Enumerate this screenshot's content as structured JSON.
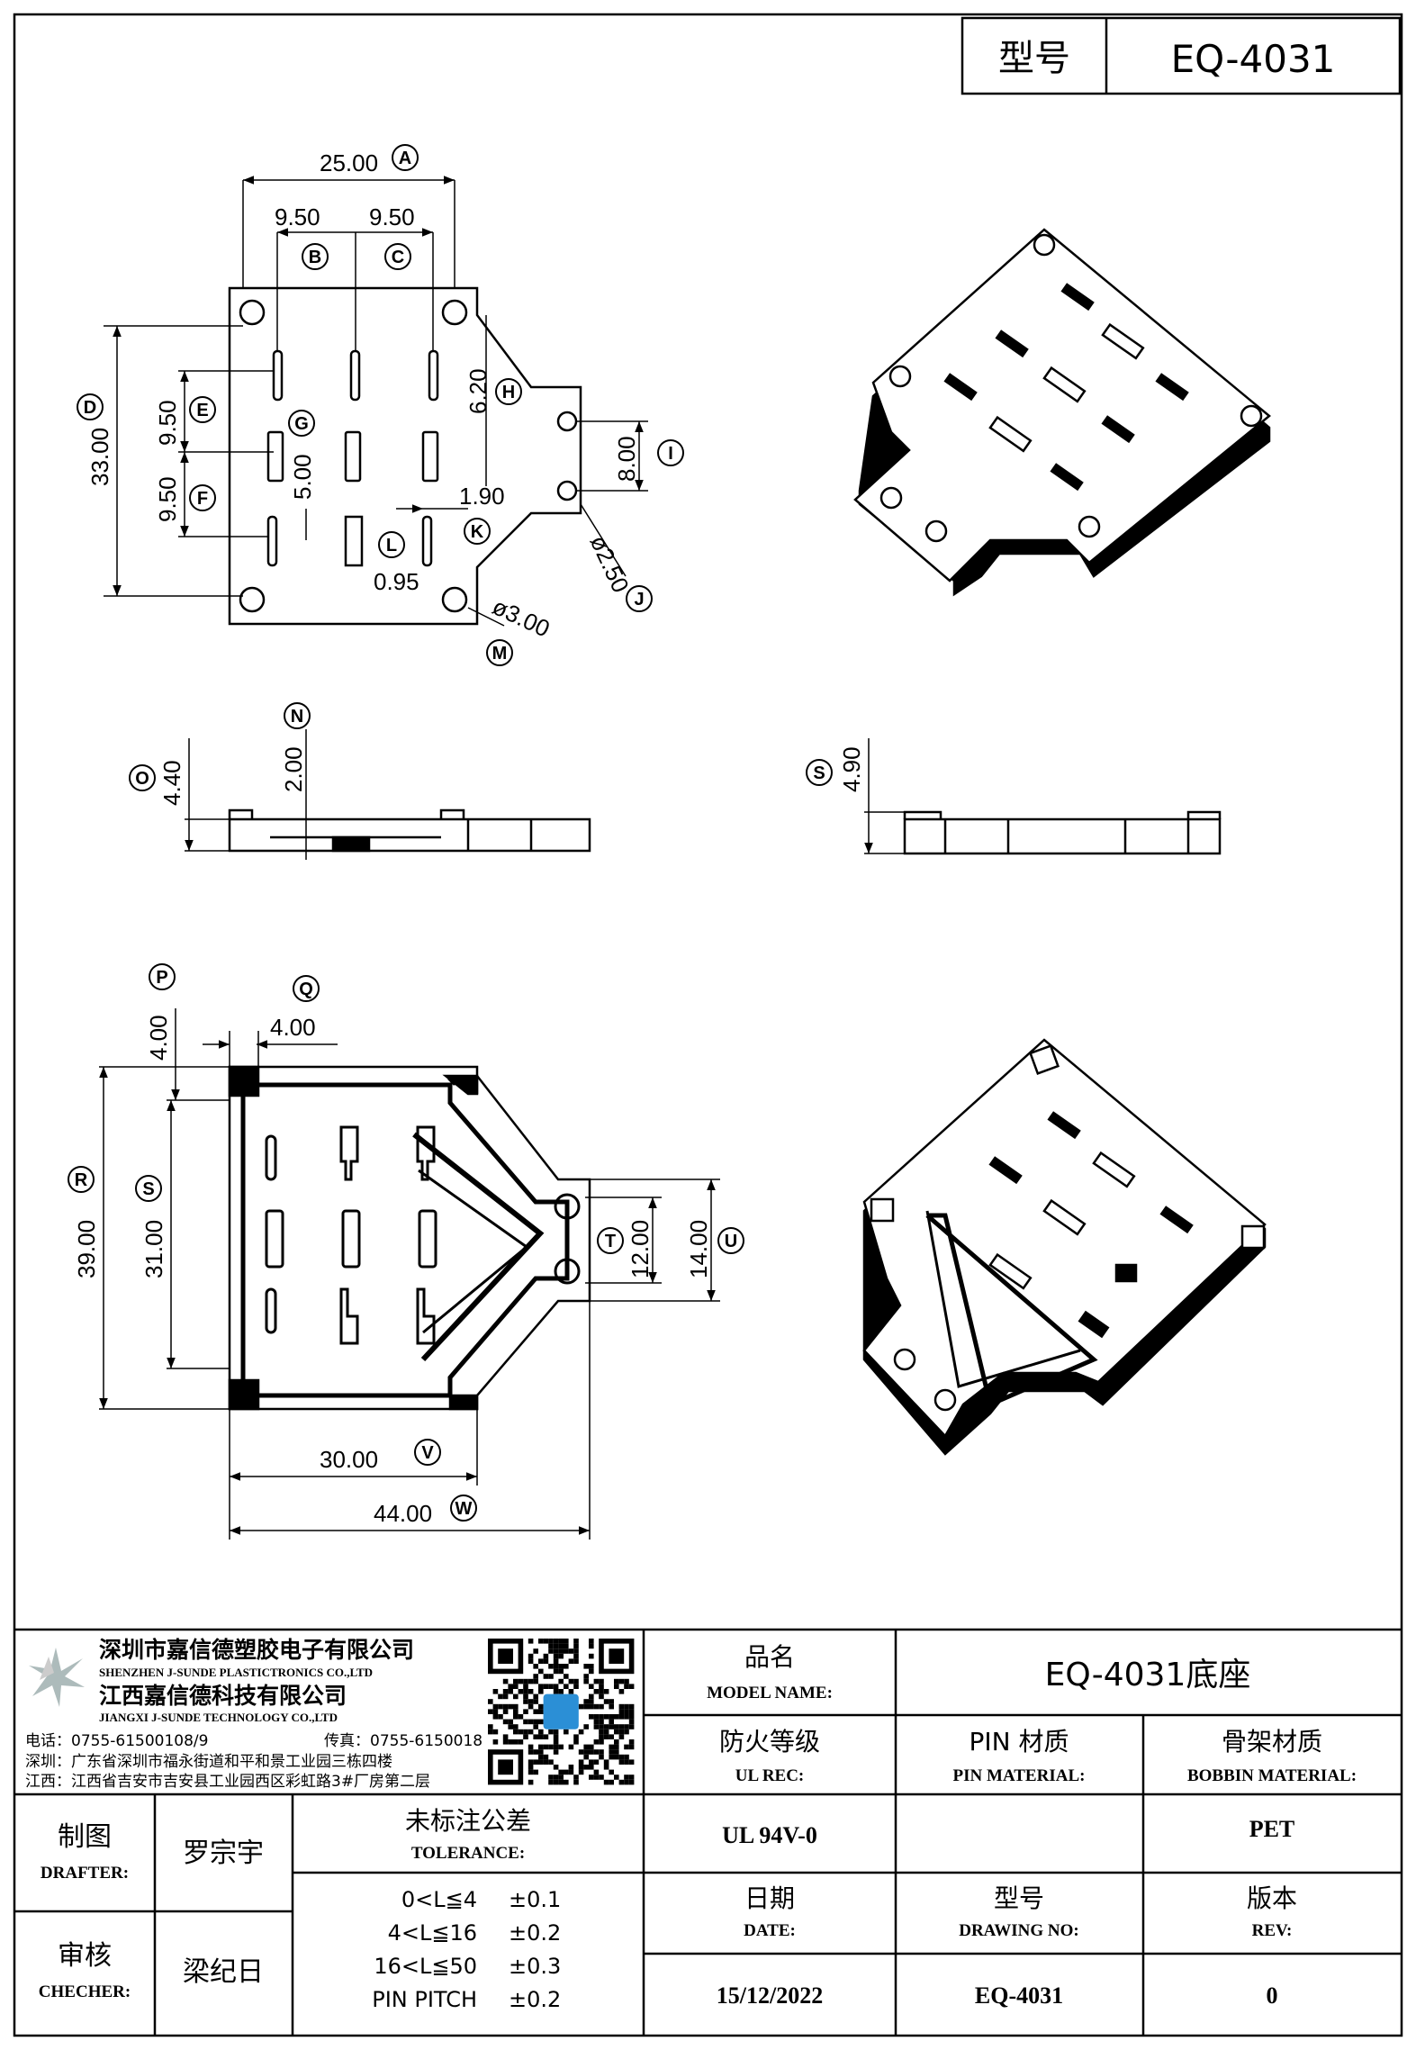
{
  "title_box": {
    "label": "型号",
    "value": "EQ-4031"
  },
  "dimensions": {
    "A": "25.00",
    "B": "9.50",
    "C": "9.50",
    "D": "33.00",
    "E": "9.50",
    "F": "9.50",
    "G": "5.00",
    "H": "6.20",
    "I": "8.00",
    "J": "ø2.50",
    "K": "1.90",
    "L": "0.95",
    "M": "ø3.00",
    "N": "2.00",
    "O": "4.40",
    "P": "4.00",
    "Q": "4.00",
    "R": "39.00",
    "S": "31.00",
    "T": "12.00",
    "U": "14.00",
    "V": "30.00",
    "W": "44.00",
    "S2": "4.90"
  },
  "bubbles": [
    "A",
    "B",
    "C",
    "D",
    "E",
    "F",
    "G",
    "H",
    "I",
    "J",
    "K",
    "L",
    "M",
    "N",
    "O",
    "P",
    "Q",
    "R",
    "S",
    "T",
    "U",
    "V",
    "W",
    "S"
  ],
  "company": {
    "name_cn1": "深圳市嘉信德塑胶电子有限公司",
    "name_en1": "SHENZHEN J-SUNDE PLASTICTRONICS CO.,LTD",
    "name_cn2": "江西嘉信德科技有限公司",
    "name_en2": "JIANGXI J-SUNDE TECHNOLOGY CO.,LTD",
    "phone": "电话：0755-61500108/9",
    "fax": "传真：0755-61500185",
    "addr_sz": "深圳：广东省深圳市福永街道和平和景工业园三栋四楼",
    "addr_jx": "江西：江西省吉安市吉安县工业园西区彩虹路3#厂房第二层"
  },
  "title_block": {
    "model_name_cn": "品名",
    "model_name_en": "MODEL NAME:",
    "model_name_value": "EQ-4031底座",
    "ul_cn": "防火等级",
    "ul_en": "UL REC:",
    "ul_value": "UL 94V-0",
    "pin_cn": "PIN 材质",
    "pin_en": "PIN MATERIAL:",
    "pin_value": "",
    "bobbin_cn": "骨架材质",
    "bobbin_en": "BOBBIN MATERIAL:",
    "bobbin_value": "PET",
    "drafter_cn": "制图",
    "drafter_en": "DRAFTER:",
    "drafter_value": "罗宗宇",
    "checker_cn": "审核",
    "checker_en": "CHECHER:",
    "checker_value": "梁纪日",
    "tol_cn": "未标注公差",
    "tol_en": "TOLERANCE:",
    "tol_rows": [
      {
        "range": "0<L≦4",
        "value": "±0.1"
      },
      {
        "range": "4<L≦16",
        "value": "±0.2"
      },
      {
        "range": "16<L≦50",
        "value": "±0.3"
      },
      {
        "range": "PIN PITCH",
        "value": "±0.2"
      }
    ],
    "date_cn": "日期",
    "date_en": "DATE:",
    "date_value": "15/12/2022",
    "dwg_cn": "型号",
    "dwg_en": "DRAWING NO:",
    "dwg_value": "EQ-4031",
    "rev_cn": "版本",
    "rev_en": "REV:",
    "rev_value": "0"
  }
}
